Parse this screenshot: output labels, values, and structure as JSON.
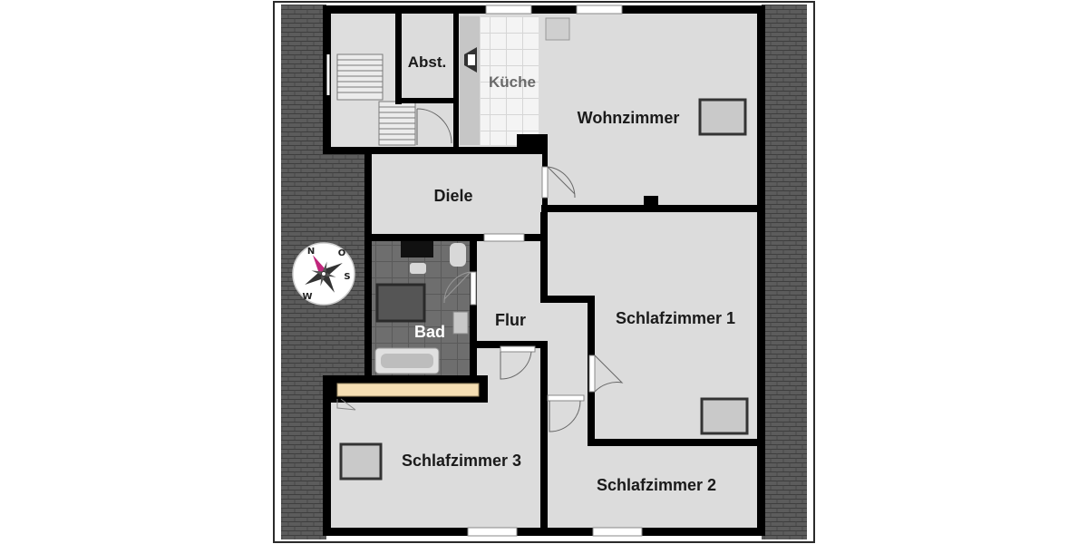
{
  "rooms": {
    "abstellraum": "Abst.",
    "kueche": "Küche",
    "wohnzimmer": "Wohnzimmer",
    "diele": "Diele",
    "bad": "Bad",
    "flur": "Flur",
    "schlafzimmer_1": "Schlafzimmer 1",
    "schlafzimmer_2": "Schlafzimmer 2",
    "schlafzimmer_3": "Schlafzimmer 3"
  },
  "compass": {
    "n": "N",
    "o": "O",
    "s": "S",
    "w": "W"
  },
  "colors": {
    "wall": "#000000",
    "floor": "#dcdcdc",
    "roof": "#5a5a5a",
    "bathroom_tile": "#707070",
    "kitchen_tile": "#f2f2f2",
    "compass_accent": "#c0267c"
  }
}
